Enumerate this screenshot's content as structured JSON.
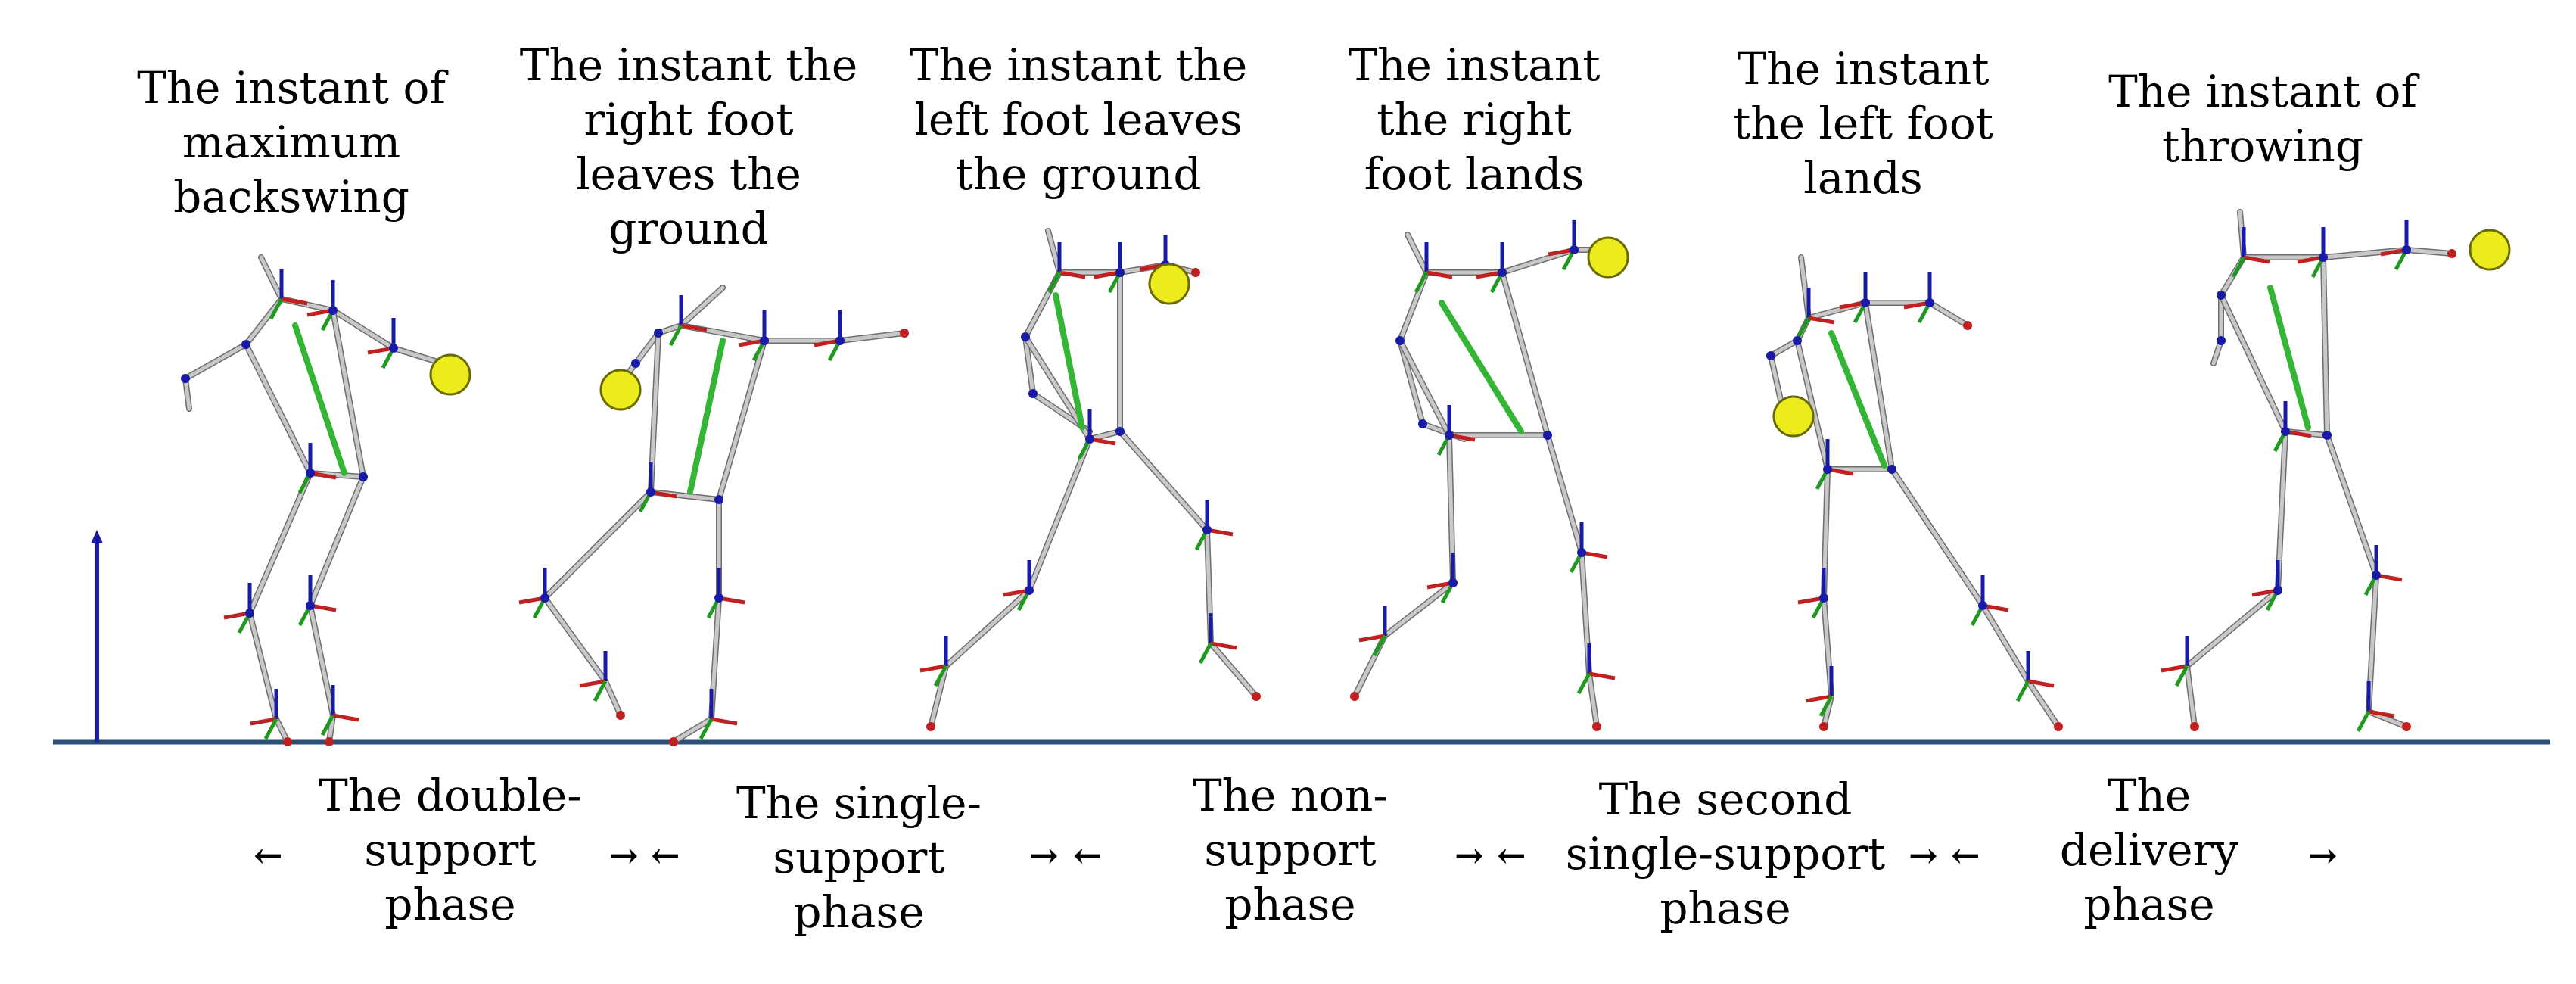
{
  "instants": [
    {
      "lines": [
        "The instant of",
        "maximum",
        "backswing"
      ]
    },
    {
      "lines": [
        "The instant  the",
        "right foot",
        "leaves the",
        "ground"
      ]
    },
    {
      "lines": [
        "The instant  the",
        "left foot leaves",
        "the ground"
      ]
    },
    {
      "lines": [
        "The instant",
        "the right",
        "foot lands"
      ]
    },
    {
      "lines": [
        "The instant",
        "the left foot",
        "lands"
      ]
    },
    {
      "lines": [
        "The instant of",
        "throwing"
      ]
    }
  ],
  "phases": [
    {
      "lines": [
        "The double-",
        "support",
        "phase"
      ]
    },
    {
      "lines": [
        "The single-",
        "support",
        "phase"
      ]
    },
    {
      "lines": [
        "The non-",
        "support",
        "phase"
      ]
    },
    {
      "lines": [
        "The second",
        "single-support",
        "phase"
      ]
    },
    {
      "lines": [
        "The",
        "delivery",
        "phase"
      ]
    }
  ],
  "colors": {
    "bone": "#c8c8c8",
    "bone_outline": "#6e6e6e",
    "ground": "#2e4f74",
    "axis_z": "#1a1aa8",
    "axis_x": "#c0201f",
    "axis_y": "#1f9a1f",
    "spine": "#35b535",
    "ball": "#ecec1c",
    "ball_outline": "#6a6a00"
  },
  "icons": {
    "phase_boundary": "arrow-icon"
  }
}
